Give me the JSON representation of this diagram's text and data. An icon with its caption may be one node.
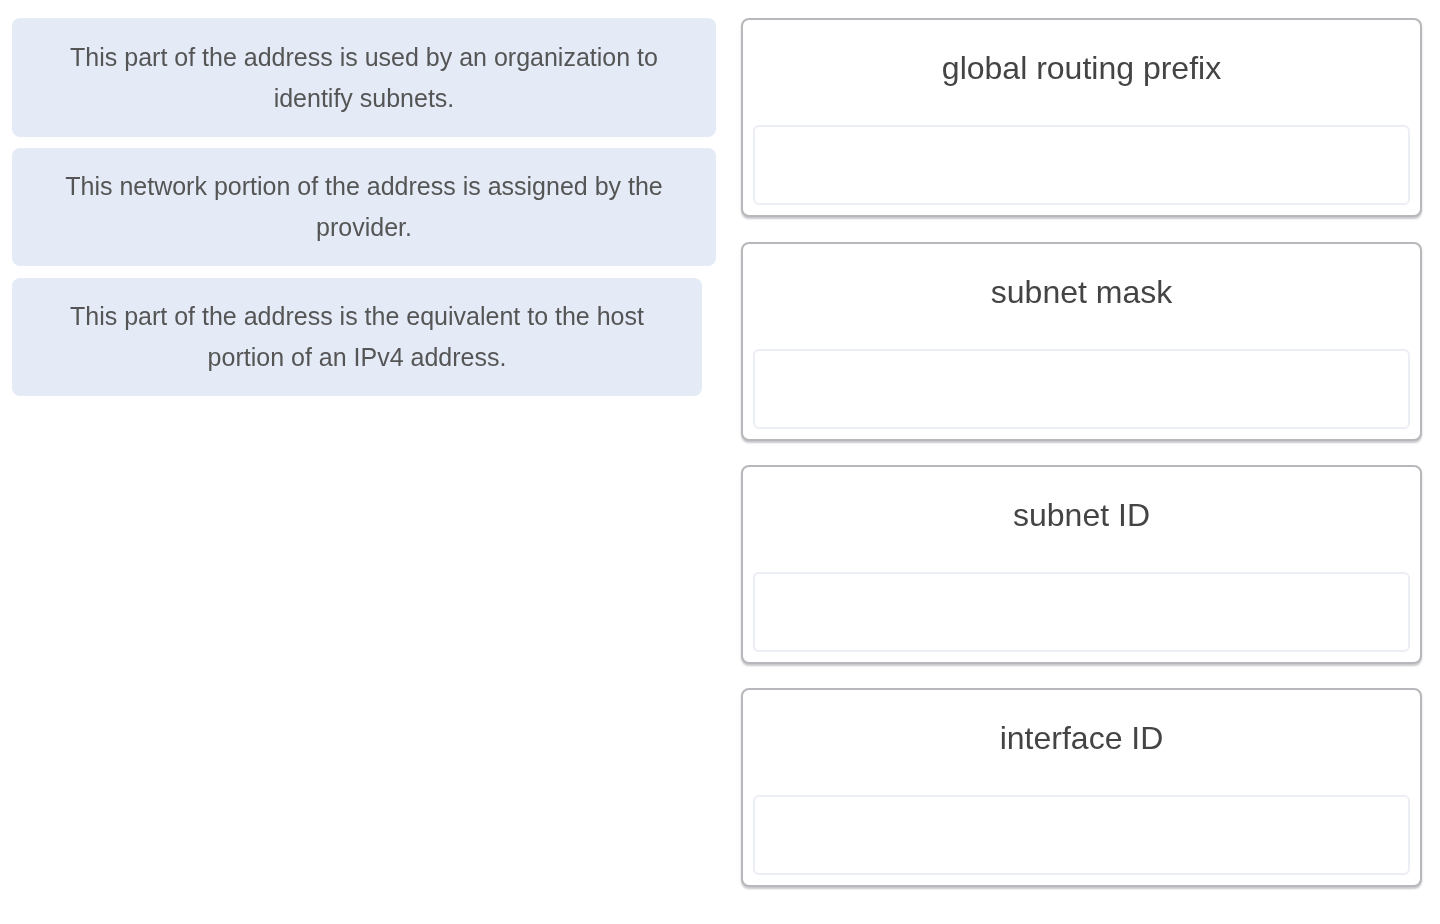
{
  "diagram": {
    "nodes": [
      {
        "text": [
          "This part of the address is used by an organization to identify subnets."
        ]
      },
      {
        "text": [
          "This network portion of the address is assigned by the provider."
        ]
      },
      {
        "text": [
          "This part of the address is the equivalent to the host portion of an IPv4 address."
        ]
      },
      {
        "text": [
          "global routing prefix"
        ]
      },
      {
        "text": [
          "subnet mask"
        ]
      },
      {
        "text": [
          "subnet ID"
        ]
      },
      {
        "text": [
          "interface ID"
        ]
      }
    ]
  }
}
